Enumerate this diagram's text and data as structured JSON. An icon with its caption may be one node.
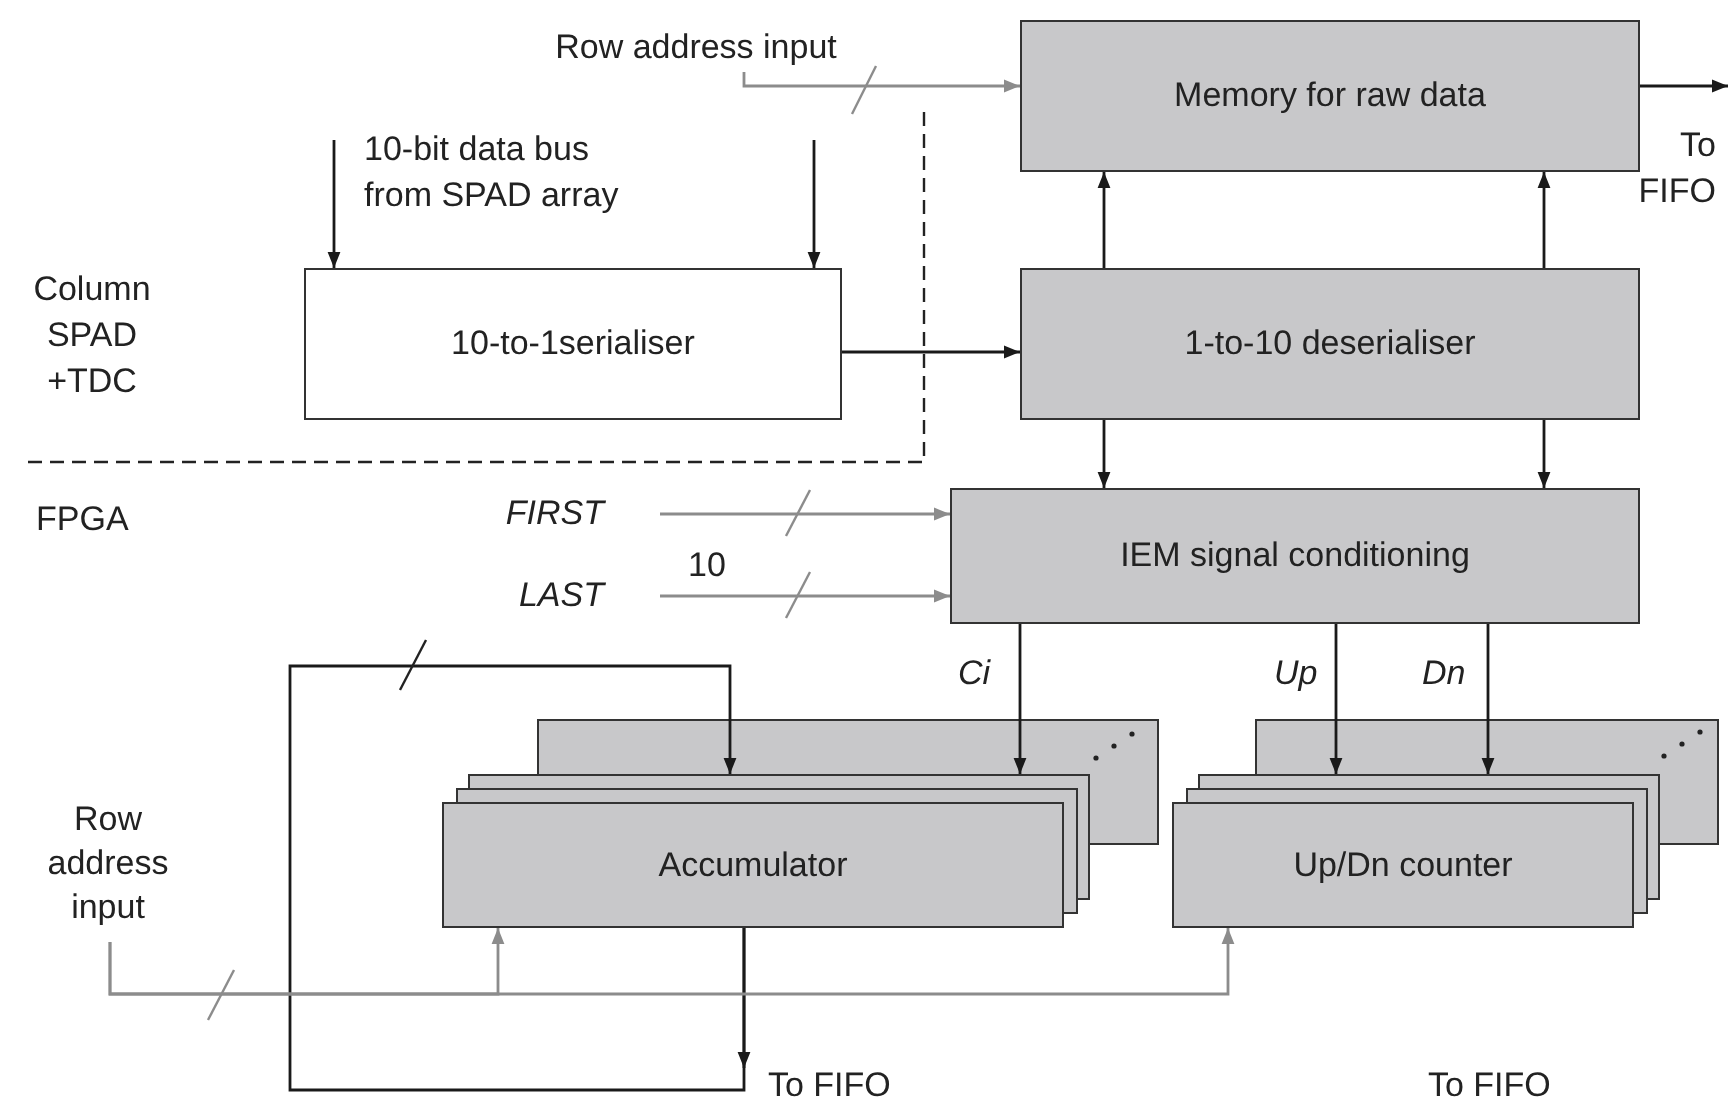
{
  "diagram": {
    "nodes": [
      {
        "text": [
          "Row address input"
        ]
      },
      {
        "text": [
          "Memory for raw data"
        ]
      },
      {
        "text": [
          "10-to-1serialiser"
        ]
      },
      {
        "text": [
          "1-to-10 deserialiser"
        ]
      },
      {
        "text": [
          "IEM signal conditioning"
        ]
      },
      {
        "text": [
          "FIRST"
        ]
      },
      {
        "text": [
          "LAST"
        ]
      },
      {
        "text": [
          "Accumulator"
        ]
      },
      {
        "text": [
          "Up/Dn counter"
        ]
      },
      {
        "text": [
          "Row address input"
        ]
      },
      {
        "text": [
          "To FIFO"
        ]
      },
      {
        "text": [
          "To FIFO"
        ]
      }
    ],
    "edges": [
      {
        "from": 0,
        "to": 1,
        "arrow": "to",
        "color": "#8c8c8c"
      },
      {
        "from": null,
        "to": 2,
        "arrow": "to"
      },
      {
        "from": null,
        "to": 2,
        "arrow": "to"
      },
      {
        "from": 2,
        "to": 3,
        "arrow": "to"
      },
      {
        "from": 3,
        "to": 1,
        "arrow": "to"
      },
      {
        "from": 3,
        "to": 1,
        "arrow": "to"
      },
      {
        "from": 3,
        "to": 4,
        "arrow": "to"
      },
      {
        "from": 3,
        "to": 4,
        "arrow": "to"
      },
      {
        "from": 5,
        "to": 4,
        "arrow": "to",
        "color": "#8c8c8c"
      },
      {
        "from": 6,
        "to": 4,
        "arrow": "to",
        "color": "#8c8c8c"
      },
      {
        "from": 4,
        "to": 7,
        "arrow": "to",
        "label": "Ci"
      },
      {
        "from": 4,
        "to": 8,
        "arrow": "to",
        "label": "Up"
      },
      {
        "from": 4,
        "to": 8,
        "arrow": "to",
        "label": "Dn"
      },
      {
        "from": 1,
        "to": null,
        "arrow": "to"
      },
      {
        "from": 7,
        "to": 10,
        "arrow": "to"
      },
      {
        "from": 7,
        "to": 7,
        "arrow": "to"
      },
      {
        "from": 9,
        "to": 7,
        "arrow": "to",
        "color": "#8c8c8c"
      },
      {
        "from": 9,
        "to": 8,
        "arrow": "to",
        "color": "#8c8c8c"
      }
    ],
    "labels": [
      "10-bit data bus from SPAD array",
      "Column SPAD +TDC",
      "FPGA",
      "10",
      "To FIFO"
    ]
  }
}
